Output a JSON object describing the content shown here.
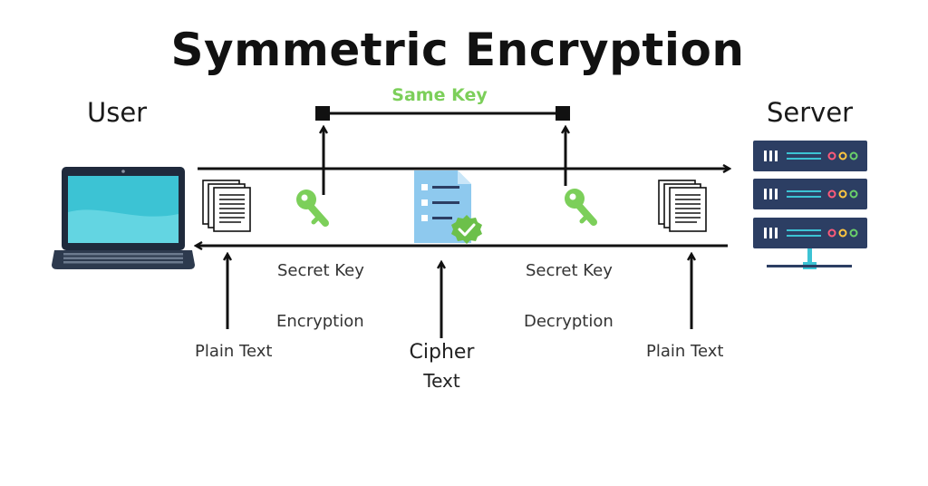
{
  "title": "Symmetric Encryption",
  "same_key": "Same Key",
  "user": "User",
  "server": "Server",
  "left": {
    "secret_key": "Secret Key",
    "process": "Encryption",
    "plain_text": "Plain Text"
  },
  "right": {
    "secret_key": "Secret Key",
    "process": "Decryption",
    "plain_text": "Plain Text"
  },
  "cipher": {
    "line1": "Cipher",
    "line2": "Text"
  },
  "colors": {
    "key_green": "#7ccf5a",
    "server_navy": "#2c3e63",
    "laptop_screen": "#3cc3d4",
    "document_blue": "#8ec9ee",
    "check_green": "#6cc04a"
  },
  "icons": [
    "laptop-icon",
    "server-icon",
    "key-icon",
    "document-icon",
    "cipher-document-icon",
    "checkmark-icon"
  ]
}
